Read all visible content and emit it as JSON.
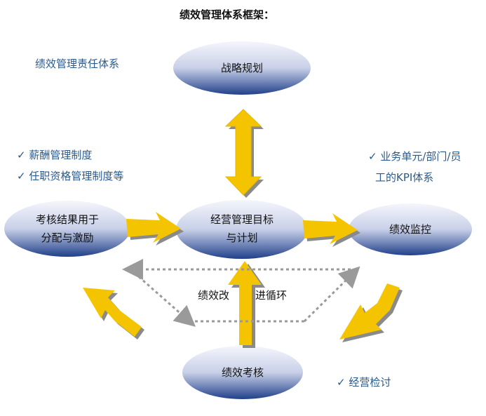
{
  "title": "绩效管理体系框架：",
  "responsibility_label": "绩效管理责任体系",
  "left_notes": [
    "✓ 薪酬管理制度",
    "✓ 任职资格管理制度等"
  ],
  "right_notes": [
    "✓ 业务单元/部门/员",
    "工的KPI体系"
  ],
  "bottom_note": "✓ 经营检讨",
  "nodes": {
    "strategy": "战略规划",
    "incentive_line1": "考核结果用于",
    "incentive_line2": "分配与激励",
    "goals_line1": "经营管理目标",
    "goals_line2": "与计划",
    "monitor": "绩效监控",
    "appraisal": "绩效考核"
  },
  "cycle_label_left": "绩效改",
  "cycle_label_right": "进循环",
  "colors": {
    "node_dark": "#1f3f8a",
    "node_light": "#f2f4fb",
    "arrow_yellow": "#f5c400",
    "arrow_shadow": "#8a8a8a",
    "dotted_arrow": "#9a9a9a",
    "note_blue": "#2a5a8c"
  }
}
